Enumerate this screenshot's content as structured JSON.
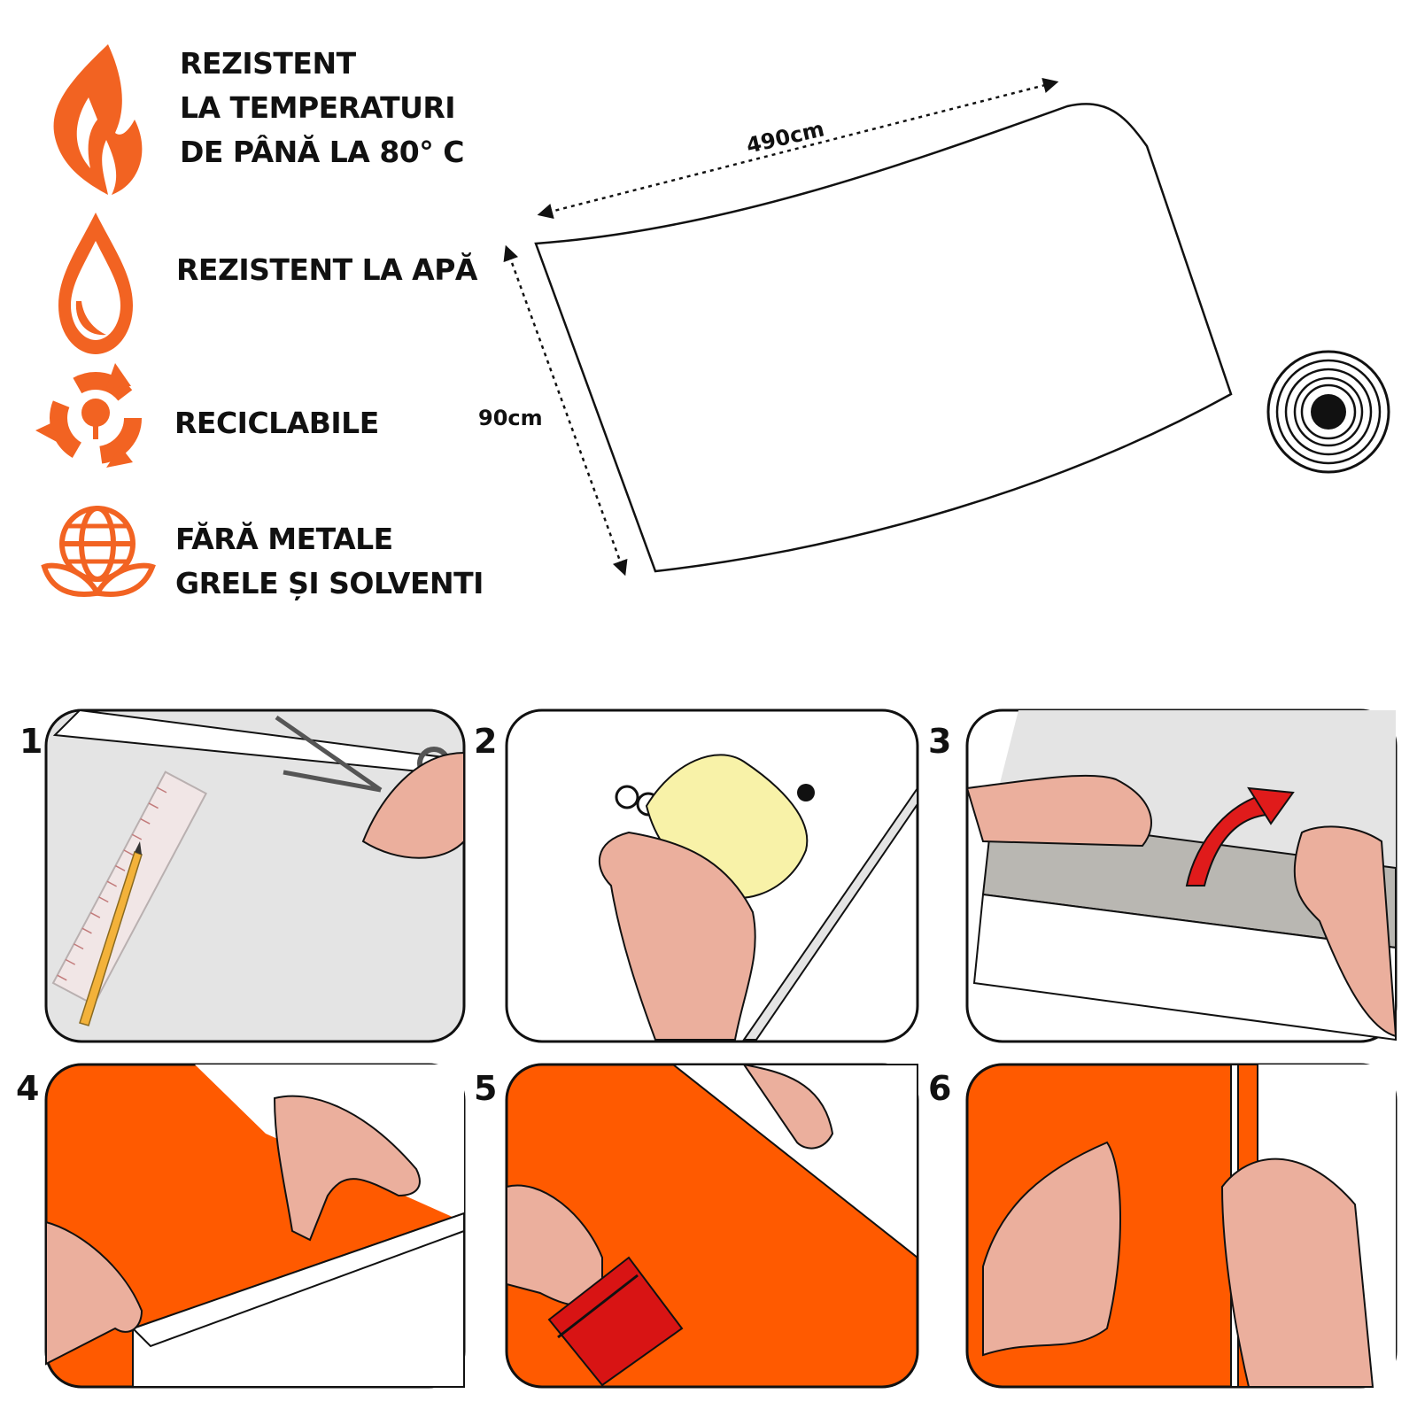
{
  "colors": {
    "accent": "#FF5A00",
    "icon_orange": "#F26322",
    "panel_gray": "#E4E4E4",
    "skin": "#EBAF9D",
    "outline": "#111111"
  },
  "features": [
    {
      "icon": "flame-icon",
      "lines": [
        "REZISTENT",
        "LA TEMPERATURI",
        "DE PÂNĂ LA 80° C"
      ]
    },
    {
      "icon": "water-drop-icon",
      "lines": [
        "REZISTENT LA APĂ"
      ]
    },
    {
      "icon": "recycle-tree-icon",
      "lines": [
        "RECICLABILE"
      ]
    },
    {
      "icon": "globe-leaves-icon",
      "lines": [
        "FĂRĂ METALE",
        "GRELE ȘI SOLVENTI"
      ]
    }
  ],
  "dimensions": {
    "length": "490cm",
    "width": "90cm"
  },
  "steps": [
    "1",
    "2",
    "3",
    "4",
    "5",
    "6"
  ]
}
